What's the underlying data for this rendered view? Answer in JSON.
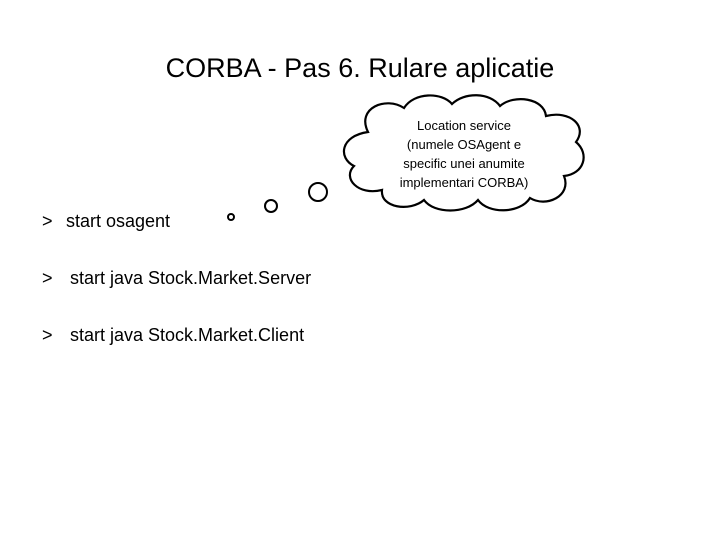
{
  "slide": {
    "title": "CORBA - Pas 6. Rulare aplicatie"
  },
  "callout": {
    "lines": [
      "Location service",
      "(numele OSAgent e",
      "specific unei anumite",
      "implementari CORBA)"
    ]
  },
  "commands": [
    {
      "prompt": ">",
      "text": "start osagent"
    },
    {
      "prompt": ">",
      "text": "start java Stock.Market.Server"
    },
    {
      "prompt": ">",
      "text": "start java Stock.Market.Client"
    }
  ],
  "colors": {
    "background": "#ffffff",
    "text": "#000000",
    "cloud_fill": "#ffffff",
    "cloud_stroke": "#000000"
  },
  "icons": [
    "thought-cloud-icon",
    "thought-bubble-icon"
  ]
}
